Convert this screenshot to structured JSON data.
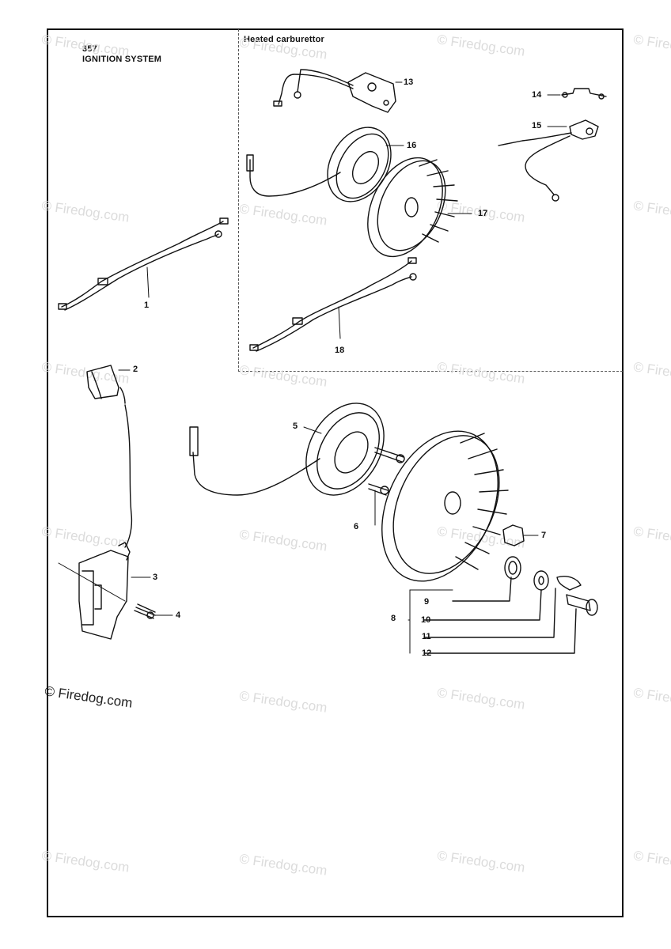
{
  "header": {
    "page_number": "357",
    "section_title": "IGNITION SYSTEM",
    "inset_title": "Heated carburettor"
  },
  "callouts": [
    "1",
    "2",
    "3",
    "4",
    "5",
    "6",
    "7",
    "8",
    "9",
    "10",
    "11",
    "12",
    "13",
    "14",
    "15",
    "16",
    "17",
    "18"
  ],
  "watermark": {
    "text": "© Firedog.com",
    "dark_text": "© Firedog.com"
  },
  "colors": {
    "line": "#111111",
    "watermark": "#dcdcdc",
    "frame": "#111111"
  }
}
